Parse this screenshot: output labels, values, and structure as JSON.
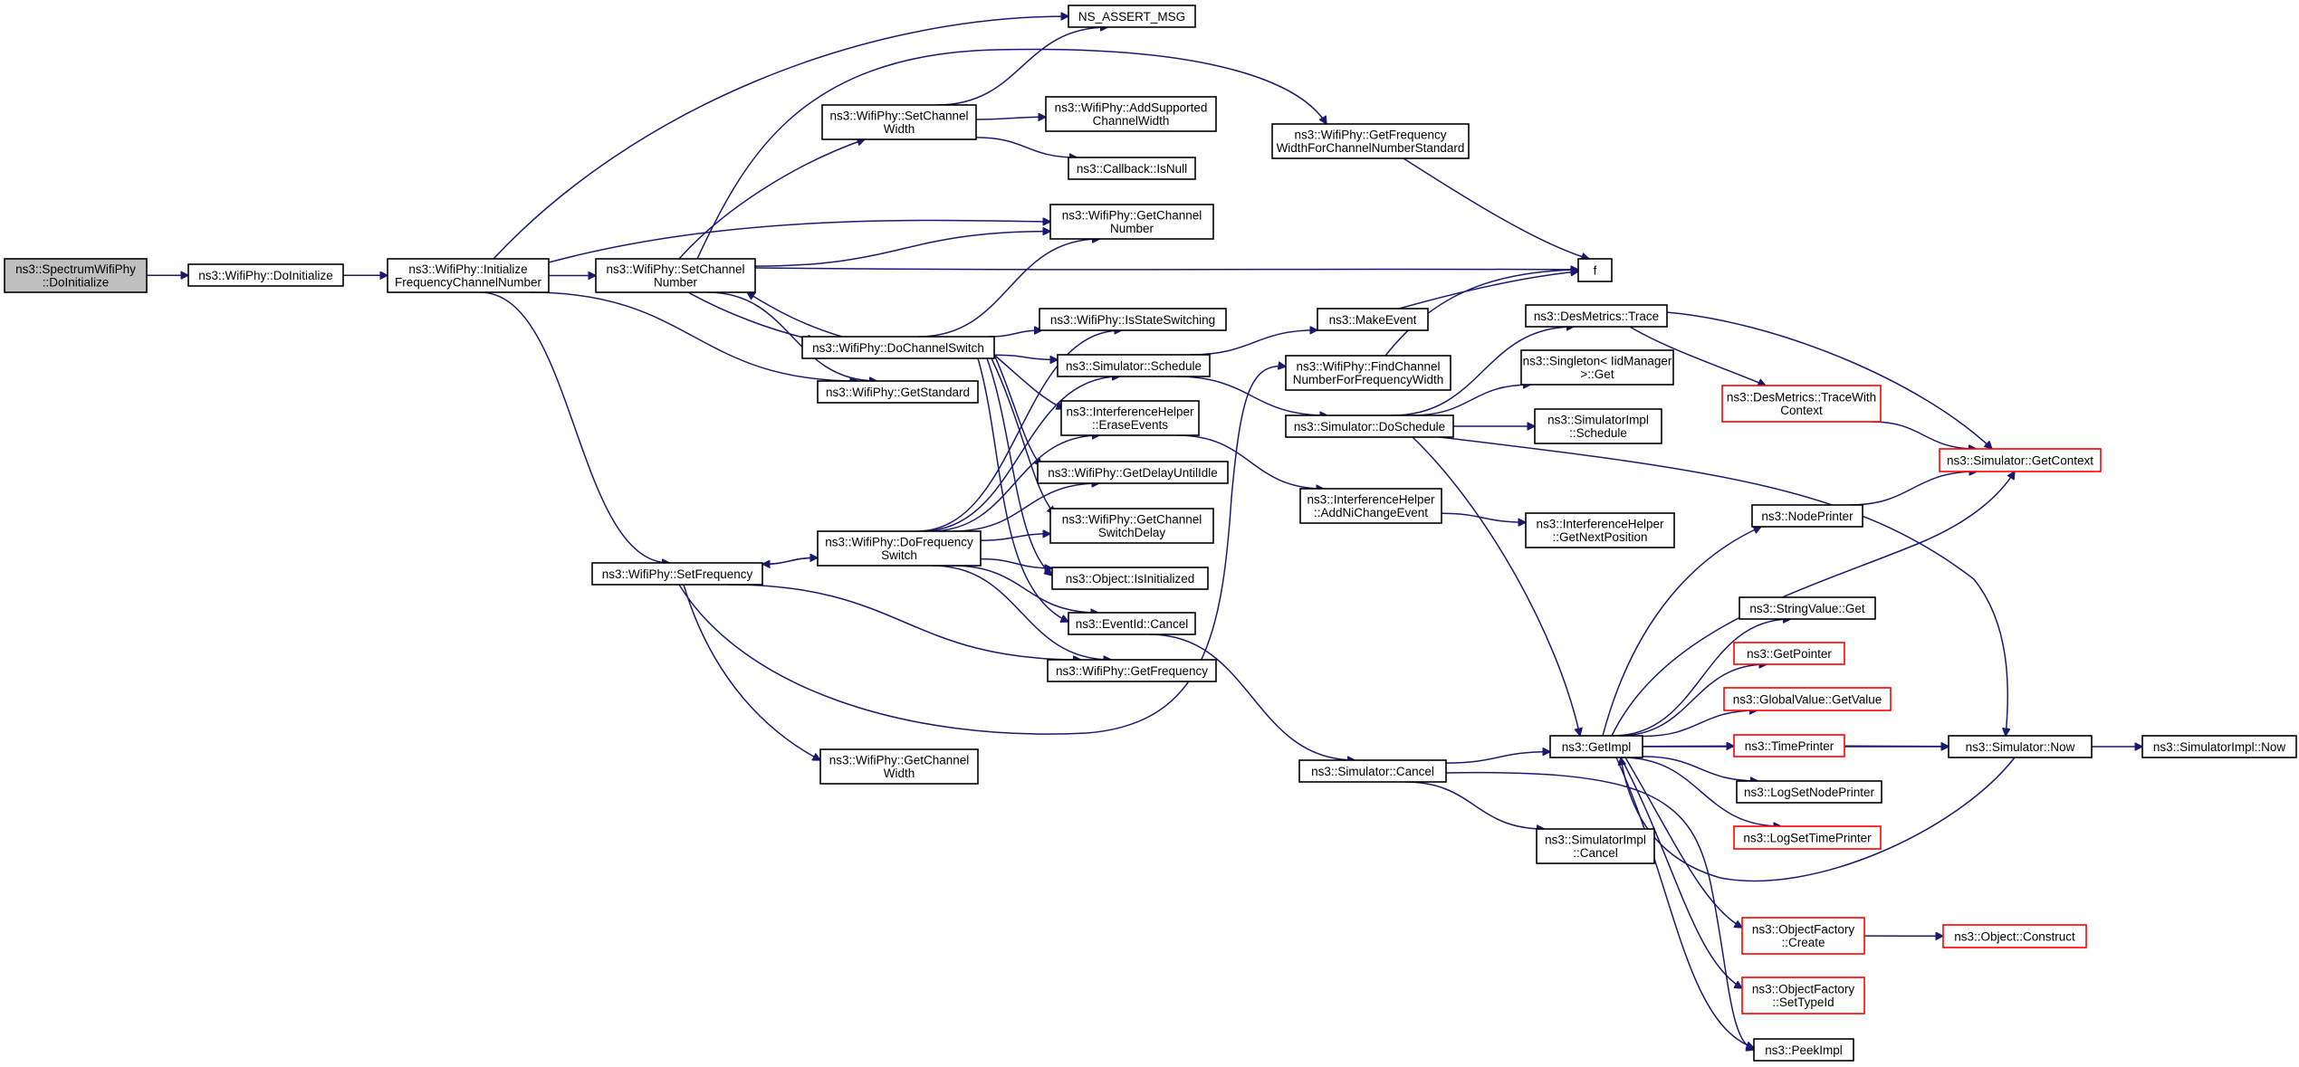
{
  "colors": {
    "edge": "#191970",
    "root_fill": "#bfbfbf",
    "node_fill": "#ffffff",
    "node_border": "#000000",
    "truncated_border": "#ff0000"
  },
  "nodes": [
    {
      "id": "spectrum_doinit",
      "lines": [
        "ns3::SpectrumWifiPhy",
        "::DoInitialize"
      ],
      "root": true
    },
    {
      "id": "wifiphy_doinit",
      "lines": [
        "ns3::WifiPhy::DoInitialize"
      ]
    },
    {
      "id": "init_freq_ch",
      "lines": [
        "ns3::WifiPhy::Initialize",
        "FrequencyChannelNumber"
      ]
    },
    {
      "id": "ns_assert_msg",
      "lines": [
        "NS_ASSERT_MSG"
      ]
    },
    {
      "id": "set_channel_width",
      "lines": [
        "ns3::WifiPhy::SetChannel",
        "Width"
      ]
    },
    {
      "id": "add_supported_cw",
      "lines": [
        "ns3::WifiPhy::AddSupported",
        "ChannelWidth"
      ]
    },
    {
      "id": "callback_isnull",
      "lines": [
        "ns3::Callback::IsNull"
      ]
    },
    {
      "id": "get_freq_width_std",
      "lines": [
        "ns3::WifiPhy::GetFrequency",
        "WidthForChannelNumberStandard"
      ]
    },
    {
      "id": "get_channel_number",
      "lines": [
        "ns3::WifiPhy::GetChannel",
        "Number"
      ]
    },
    {
      "id": "set_channel_number",
      "lines": [
        "ns3::WifiPhy::SetChannel",
        "Number"
      ]
    },
    {
      "id": "f",
      "lines": [
        "f"
      ]
    },
    {
      "id": "do_channel_switch",
      "lines": [
        "ns3::WifiPhy::DoChannelSwitch"
      ]
    },
    {
      "id": "is_state_switching",
      "lines": [
        "ns3::WifiPhy::IsStateSwitching"
      ]
    },
    {
      "id": "make_event",
      "lines": [
        "ns3::MakeEvent"
      ]
    },
    {
      "id": "des_metrics_trace",
      "lines": [
        "ns3::DesMetrics::Trace"
      ]
    },
    {
      "id": "sim_schedule",
      "lines": [
        "ns3::Simulator::Schedule"
      ]
    },
    {
      "id": "find_channel_nfw",
      "lines": [
        "ns3::WifiPhy::FindChannel",
        "NumberForFrequencyWidth"
      ]
    },
    {
      "id": "singleton_get",
      "lines": [
        "ns3::Singleton< IidManager",
        " >::Get"
      ]
    },
    {
      "id": "get_standard",
      "lines": [
        "ns3::WifiPhy::GetStandard"
      ]
    },
    {
      "id": "erase_events",
      "lines": [
        "ns3::InterferenceHelper",
        "::EraseEvents"
      ]
    },
    {
      "id": "sim_do_schedule",
      "lines": [
        "ns3::Simulator::DoSchedule"
      ]
    },
    {
      "id": "simimpl_schedule",
      "lines": [
        "ns3::SimulatorImpl",
        "::Schedule"
      ]
    },
    {
      "id": "trace_with_context",
      "lines": [
        "ns3::DesMetrics::TraceWith",
        "Context"
      ],
      "truncated": true
    },
    {
      "id": "sim_get_context",
      "lines": [
        "ns3::Simulator::GetContext"
      ],
      "truncated": true
    },
    {
      "id": "get_delay_until_idle",
      "lines": [
        "ns3::WifiPhy::GetDelayUntilIdle"
      ]
    },
    {
      "id": "add_ni_change_event",
      "lines": [
        "ns3::InterferenceHelper",
        "::AddNiChangeEvent"
      ]
    },
    {
      "id": "get_channel_switch_delay",
      "lines": [
        "ns3::WifiPhy::GetChannel",
        "SwitchDelay"
      ]
    },
    {
      "id": "node_printer",
      "lines": [
        "ns3::NodePrinter"
      ]
    },
    {
      "id": "get_next_position",
      "lines": [
        "ns3::InterferenceHelper",
        "::GetNextPosition"
      ]
    },
    {
      "id": "do_frequency_switch",
      "lines": [
        "ns3::WifiPhy::DoFrequency",
        "Switch"
      ]
    },
    {
      "id": "set_frequency",
      "lines": [
        "ns3::WifiPhy::SetFrequency"
      ]
    },
    {
      "id": "object_is_initialized",
      "lines": [
        "ns3::Object::IsInitialized"
      ]
    },
    {
      "id": "string_value_get",
      "lines": [
        "ns3::StringValue::Get"
      ]
    },
    {
      "id": "eventid_cancel",
      "lines": [
        "ns3::EventId::Cancel"
      ]
    },
    {
      "id": "get_pointer",
      "lines": [
        "ns3::GetPointer"
      ],
      "truncated": true
    },
    {
      "id": "get_frequency",
      "lines": [
        "ns3::WifiPhy::GetFrequency"
      ]
    },
    {
      "id": "global_value_get",
      "lines": [
        "ns3::GlobalValue::GetValue"
      ],
      "truncated": true
    },
    {
      "id": "get_impl",
      "lines": [
        "ns3::GetImpl"
      ]
    },
    {
      "id": "time_printer",
      "lines": [
        "ns3::TimePrinter"
      ],
      "truncated": true
    },
    {
      "id": "sim_now",
      "lines": [
        "ns3::Simulator::Now"
      ]
    },
    {
      "id": "simimpl_now",
      "lines": [
        "ns3::SimulatorImpl::Now"
      ]
    },
    {
      "id": "sim_cancel",
      "lines": [
        "ns3::Simulator::Cancel"
      ]
    },
    {
      "id": "get_channel_width",
      "lines": [
        "ns3::WifiPhy::GetChannel",
        "Width"
      ]
    },
    {
      "id": "log_set_node_printer",
      "lines": [
        "ns3::LogSetNodePrinter"
      ]
    },
    {
      "id": "log_set_time_printer",
      "lines": [
        "ns3::LogSetTimePrinter"
      ],
      "truncated": true
    },
    {
      "id": "simimpl_cancel",
      "lines": [
        "ns3::SimulatorImpl",
        "::Cancel"
      ]
    },
    {
      "id": "object_factory_create",
      "lines": [
        "ns3::ObjectFactory",
        "::Create"
      ],
      "truncated": true
    },
    {
      "id": "object_construct",
      "lines": [
        "ns3::Object::Construct"
      ],
      "truncated": true
    },
    {
      "id": "object_factory_settypeid",
      "lines": [
        "ns3::ObjectFactory",
        "::SetTypeId"
      ],
      "truncated": true
    },
    {
      "id": "peek_impl",
      "lines": [
        "ns3::PeekImpl"
      ]
    }
  ],
  "edges": [
    [
      "spectrum_doinit",
      "wifiphy_doinit"
    ],
    [
      "wifiphy_doinit",
      "init_freq_ch"
    ],
    [
      "init_freq_ch",
      "ns_assert_msg"
    ],
    [
      "init_freq_ch",
      "get_channel_number"
    ],
    [
      "init_freq_ch",
      "set_channel_number"
    ],
    [
      "init_freq_ch",
      "get_standard"
    ],
    [
      "init_freq_ch",
      "set_frequency"
    ],
    [
      "set_channel_number",
      "set_channel_width"
    ],
    [
      "set_channel_number",
      "get_freq_width_std"
    ],
    [
      "set_channel_number",
      "get_channel_number"
    ],
    [
      "set_channel_number",
      "f"
    ],
    [
      "set_channel_number",
      "do_channel_switch"
    ],
    [
      "set_channel_number",
      "get_standard"
    ],
    [
      "set_channel_width",
      "ns_assert_msg"
    ],
    [
      "set_channel_width",
      "add_supported_cw"
    ],
    [
      "set_channel_width",
      "callback_isnull"
    ],
    [
      "get_freq_width_std",
      "f"
    ],
    [
      "do_channel_switch",
      "set_channel_number"
    ],
    [
      "do_channel_switch",
      "get_channel_number"
    ],
    [
      "do_channel_switch",
      "is_state_switching"
    ],
    [
      "do_channel_switch",
      "sim_schedule"
    ],
    [
      "do_channel_switch",
      "erase_events"
    ],
    [
      "do_channel_switch",
      "get_delay_until_idle"
    ],
    [
      "do_channel_switch",
      "get_channel_switch_delay"
    ],
    [
      "do_channel_switch",
      "object_is_initialized"
    ],
    [
      "do_channel_switch",
      "eventid_cancel"
    ],
    [
      "do_frequency_switch",
      "set_frequency"
    ],
    [
      "do_frequency_switch",
      "is_state_switching"
    ],
    [
      "do_frequency_switch",
      "sim_schedule"
    ],
    [
      "do_frequency_switch",
      "erase_events"
    ],
    [
      "do_frequency_switch",
      "get_delay_until_idle"
    ],
    [
      "do_frequency_switch",
      "get_channel_switch_delay"
    ],
    [
      "do_frequency_switch",
      "object_is_initialized"
    ],
    [
      "do_frequency_switch",
      "eventid_cancel"
    ],
    [
      "do_frequency_switch",
      "get_frequency"
    ],
    [
      "set_frequency",
      "do_frequency_switch"
    ],
    [
      "set_frequency",
      "get_frequency"
    ],
    [
      "set_frequency",
      "get_channel_width"
    ],
    [
      "set_frequency",
      "find_channel_nfw"
    ],
    [
      "sim_schedule",
      "make_event"
    ],
    [
      "sim_schedule",
      "sim_do_schedule"
    ],
    [
      "make_event",
      "f"
    ],
    [
      "find_channel_nfw",
      "f"
    ],
    [
      "erase_events",
      "add_ni_change_event"
    ],
    [
      "add_ni_change_event",
      "get_next_position"
    ],
    [
      "sim_do_schedule",
      "des_metrics_trace"
    ],
    [
      "sim_do_schedule",
      "singleton_get"
    ],
    [
      "sim_do_schedule",
      "simimpl_schedule"
    ],
    [
      "sim_do_schedule",
      "get_impl"
    ],
    [
      "sim_do_schedule",
      "sim_now"
    ],
    [
      "des_metrics_trace",
      "trace_with_context"
    ],
    [
      "des_metrics_trace",
      "sim_get_context"
    ],
    [
      "trace_with_context",
      "sim_get_context"
    ],
    [
      "eventid_cancel",
      "sim_cancel"
    ],
    [
      "sim_cancel",
      "get_impl"
    ],
    [
      "sim_cancel",
      "simimpl_cancel"
    ],
    [
      "sim_cancel",
      "peek_impl"
    ],
    [
      "get_impl",
      "node_printer"
    ],
    [
      "get_impl",
      "sim_get_context"
    ],
    [
      "get_impl",
      "string_value_get"
    ],
    [
      "get_impl",
      "get_pointer"
    ],
    [
      "get_impl",
      "global_value_get"
    ],
    [
      "get_impl",
      "time_printer"
    ],
    [
      "get_impl",
      "log_set_node_printer"
    ],
    [
      "get_impl",
      "log_set_time_printer"
    ],
    [
      "get_impl",
      "sim_now"
    ],
    [
      "get_impl",
      "object_factory_create"
    ],
    [
      "get_impl",
      "object_factory_settypeid"
    ],
    [
      "get_impl",
      "peek_impl"
    ],
    [
      "node_printer",
      "sim_get_context"
    ],
    [
      "time_printer",
      "sim_now"
    ],
    [
      "sim_now",
      "simimpl_now"
    ],
    [
      "sim_now",
      "get_impl"
    ],
    [
      "object_factory_create",
      "object_construct"
    ]
  ]
}
